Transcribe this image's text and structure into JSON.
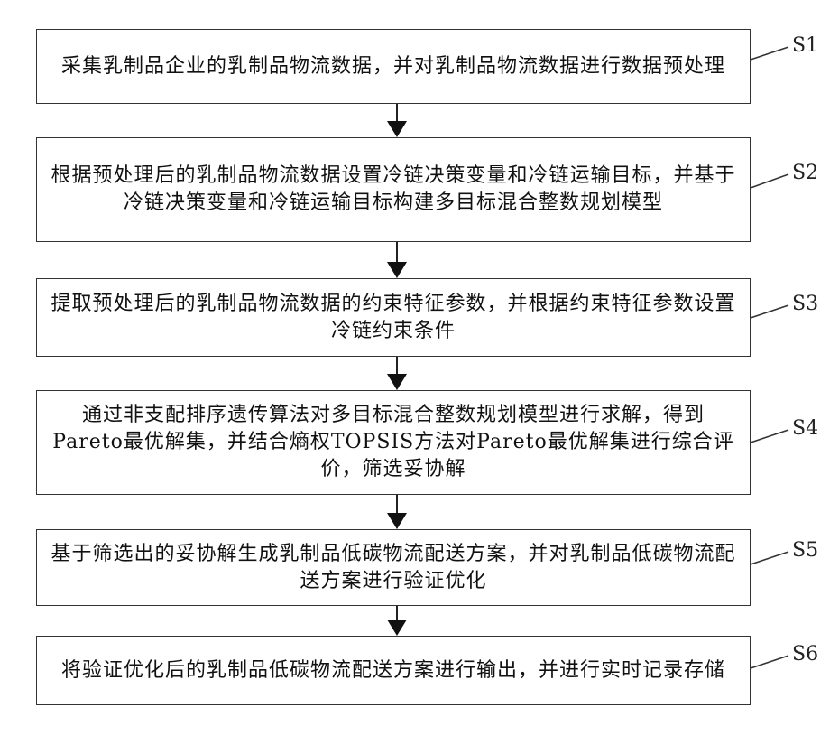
{
  "steps": [
    {
      "id": "S1",
      "text": "采集乳制品企业的乳制品物流数据，并对乳制品物流数据进行数据预处理"
    },
    {
      "id": "S2",
      "text": "根据预处理后的乳制品物流数据设置冷链决策变量和冷链运输目标，并基于冷链决策变量和冷链运输目标构建多目标混合整数规划模型"
    },
    {
      "id": "S3",
      "text": "提取预处理后的乳制品物流数据的约束特征参数，并根据约束特征参数设置冷链约束条件"
    },
    {
      "id": "S4",
      "text": "通过非支配排序遗传算法对多目标混合整数规划模型进行求解，得到Pareto最优解集，并结合熵权TOPSIS方法对Pareto最优解集进行综合评价，筛选妥协解"
    },
    {
      "id": "S5",
      "text": "基于筛选出的妥协解生成乳制品低碳物流配送方案，并对乳制品低碳物流配送方案进行验证优化"
    },
    {
      "id": "S6",
      "text": "将验证优化后的乳制品低碳物流配送方案进行输出，并进行实时记录存储"
    }
  ]
}
